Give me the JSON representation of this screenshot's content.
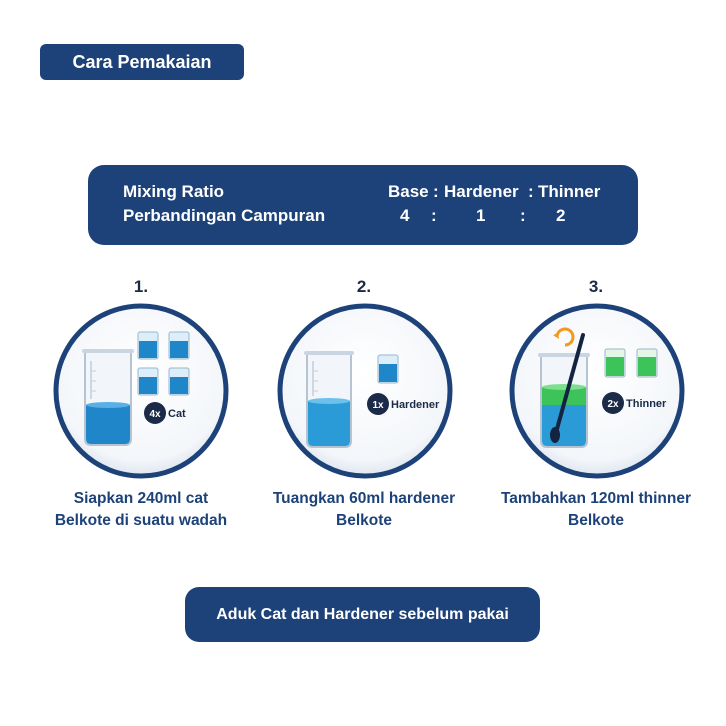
{
  "header": {
    "title": "Cara Pemakaian"
  },
  "ratio": {
    "label_en": "Mixing Ratio",
    "label_id": "Perbandingan Campuran",
    "base": "Base",
    "hardener": "Hardener",
    "thinner": "Thinner",
    "sep": ":",
    "base_value": "4",
    "hardener_value": "1",
    "thinner_value": "2"
  },
  "steps": [
    {
      "number": "1.",
      "badge": "4x",
      "badge_label": "Cat",
      "line1": "Siapkan 240ml cat",
      "line2": "Belkote di suatu wadah"
    },
    {
      "number": "2.",
      "badge": "1x",
      "badge_label": "Hardener",
      "line1": "Tuangkan 60ml hardener",
      "line2": "Belkote"
    },
    {
      "number": "3.",
      "badge": "2x",
      "badge_label": "Thinner",
      "line1": "Tambahkan 120ml thinner",
      "line2": "Belkote"
    }
  ],
  "footer": {
    "note": "Aduk Cat dan Hardener sebelum pakai"
  },
  "colors": {
    "navy": "#1d4279",
    "paint_blue": "#1f86c9",
    "thinner_green": "#3cc35a",
    "stir_arrow": "#f39a1e"
  },
  "icons": [
    "beaker-icon",
    "small-beaker-icon",
    "stir-stick-icon",
    "refresh-icon"
  ]
}
